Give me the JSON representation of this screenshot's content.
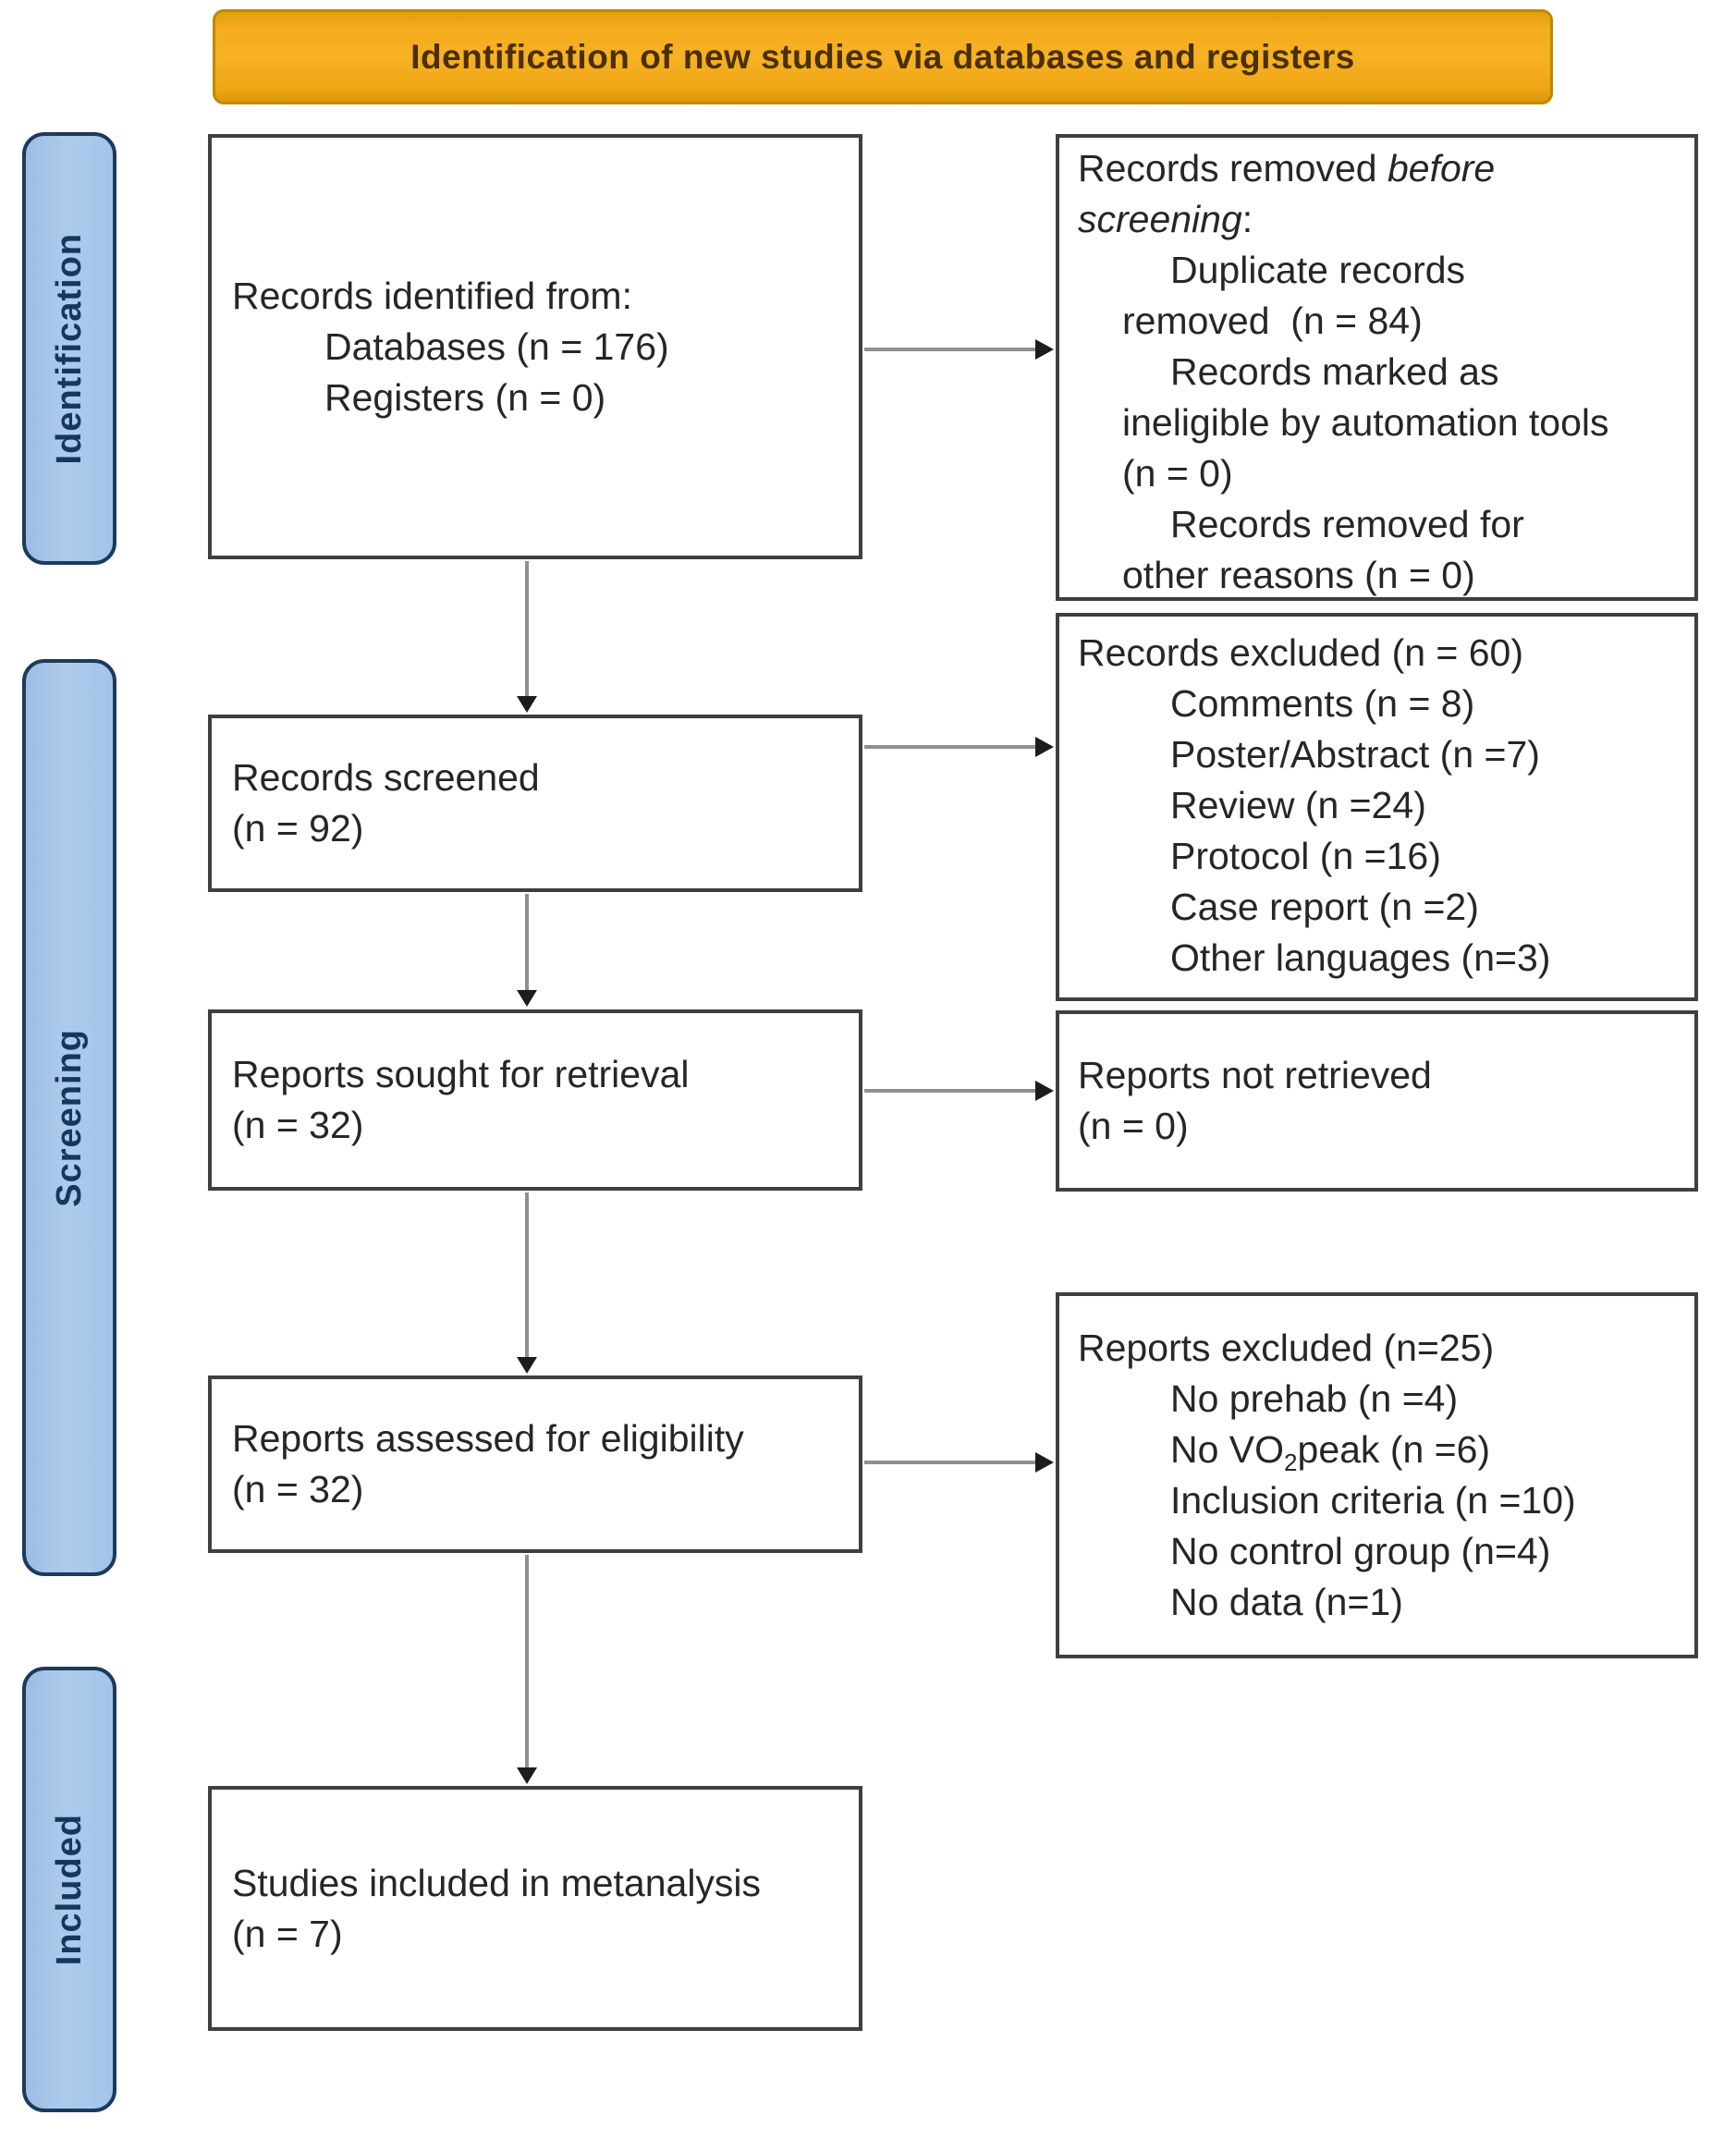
{
  "banner": {
    "title": "Identification of new studies via databases and registers"
  },
  "stages": [
    {
      "label": "Identification"
    },
    {
      "label": "Screening"
    },
    {
      "label": "Included"
    }
  ],
  "boxes": {
    "identified": {
      "lines": [
        {
          "indent": 0,
          "parts": [
            {
              "t": "Records identified from:"
            }
          ]
        },
        {
          "indent": 2,
          "parts": [
            {
              "t": "Databases (n = 176)"
            }
          ]
        },
        {
          "indent": 2,
          "parts": [
            {
              "t": "Registers (n = 0)"
            }
          ]
        }
      ]
    },
    "removed_before": {
      "lines": [
        {
          "indent": 0,
          "parts": [
            {
              "t": "Records removed "
            },
            {
              "t": "before",
              "style": "italic"
            }
          ]
        },
        {
          "indent": 0,
          "parts": [
            {
              "t": "screening",
              "style": "italic"
            },
            {
              "t": ":"
            }
          ]
        },
        {
          "indent": 2,
          "parts": [
            {
              "t": "Duplicate records"
            }
          ]
        },
        {
          "indent": 1,
          "parts": [
            {
              "t": "removed  (n = 84)"
            }
          ]
        },
        {
          "indent": 2,
          "parts": [
            {
              "t": "Records marked as"
            }
          ]
        },
        {
          "indent": 1,
          "parts": [
            {
              "t": "ineligible by automation tools"
            }
          ]
        },
        {
          "indent": 1,
          "parts": [
            {
              "t": "(n = 0)"
            }
          ]
        },
        {
          "indent": 2,
          "parts": [
            {
              "t": "Records removed for"
            }
          ]
        },
        {
          "indent": 1,
          "parts": [
            {
              "t": "other reasons (n = 0)"
            }
          ]
        }
      ]
    },
    "screened": {
      "lines": [
        {
          "indent": 0,
          "parts": [
            {
              "t": "Records screened"
            }
          ]
        },
        {
          "indent": 0,
          "parts": [
            {
              "t": "(n = 92)"
            }
          ]
        }
      ]
    },
    "records_excluded": {
      "lines": [
        {
          "indent": 0,
          "parts": [
            {
              "t": "Records excluded (n = 60)"
            }
          ]
        },
        {
          "indent": 2,
          "parts": [
            {
              "t": "Comments (n = 8)"
            }
          ]
        },
        {
          "indent": 2,
          "parts": [
            {
              "t": "Poster/Abstract (n =7)"
            }
          ]
        },
        {
          "indent": 2,
          "parts": [
            {
              "t": "Review (n =24)"
            }
          ]
        },
        {
          "indent": 2,
          "parts": [
            {
              "t": "Protocol (n =16)"
            }
          ]
        },
        {
          "indent": 2,
          "parts": [
            {
              "t": "Case report (n =2)"
            }
          ]
        },
        {
          "indent": 2,
          "parts": [
            {
              "t": "Other languages (n=3)"
            }
          ]
        }
      ]
    },
    "sought": {
      "lines": [
        {
          "indent": 0,
          "parts": [
            {
              "t": "Reports sought for retrieval"
            }
          ]
        },
        {
          "indent": 0,
          "parts": [
            {
              "t": "(n = 32)"
            }
          ]
        }
      ]
    },
    "not_retrieved": {
      "lines": [
        {
          "indent": 0,
          "parts": [
            {
              "t": "Reports not retrieved"
            }
          ]
        },
        {
          "indent": 0,
          "parts": [
            {
              "t": "(n = 0)"
            }
          ]
        }
      ]
    },
    "assessed": {
      "lines": [
        {
          "indent": 0,
          "parts": [
            {
              "t": "Reports assessed for eligibility"
            }
          ]
        },
        {
          "indent": 0,
          "parts": [
            {
              "t": "(n = 32)"
            }
          ]
        }
      ]
    },
    "reports_excluded": {
      "lines": [
        {
          "indent": 0,
          "parts": [
            {
              "t": "Reports excluded (n=25)"
            }
          ]
        },
        {
          "indent": 2,
          "parts": [
            {
              "t": "No prehab (n =4)"
            }
          ]
        },
        {
          "indent": 2,
          "parts": [
            {
              "t": "No VO"
            },
            {
              "t": "2",
              "style": "sub"
            },
            {
              "t": "peak (n =6)"
            }
          ]
        },
        {
          "indent": 2,
          "parts": [
            {
              "t": "Inclusion criteria (n =10)"
            }
          ]
        },
        {
          "indent": 2,
          "parts": [
            {
              "t": "No control group (n=4)"
            }
          ]
        },
        {
          "indent": 2,
          "parts": [
            {
              "t": "No data (n=1)"
            }
          ]
        }
      ]
    },
    "included_studies": {
      "lines": [
        {
          "indent": 0,
          "parts": [
            {
              "t": "Studies included in metanalysis"
            }
          ]
        },
        {
          "indent": 0,
          "parts": [
            {
              "t": "(n = 7)"
            }
          ]
        }
      ]
    }
  },
  "colors": {
    "banner_fill": "#F2AC1D",
    "banner_border": "#BB8A00",
    "banner_text": "#4A3000",
    "stage_fill": "#A9C7E9",
    "stage_border": "#1C3A5E",
    "stage_text": "#17375E",
    "box_border": "#3F3F3F",
    "arrow_line": "#909090",
    "arrow_head": "#1C1C1C"
  }
}
